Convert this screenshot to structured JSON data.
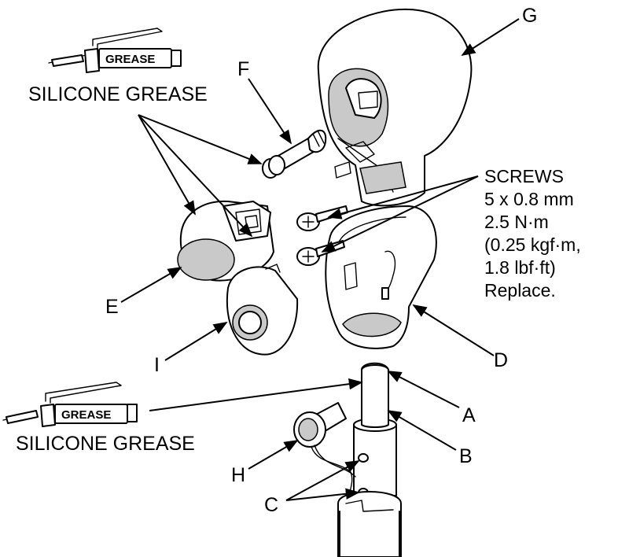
{
  "grease_tube_text": "GREASE",
  "silicone_label_top": "SILICONE GREASE",
  "silicone_label_bottom": "SILICONE GREASE",
  "callouts": {
    "A": "A",
    "B": "B",
    "C": "C",
    "D": "D",
    "E": "E",
    "F": "F",
    "G": "G",
    "H": "H",
    "I": "I"
  },
  "screws_spec": [
    "SCREWS",
    "5 x 0.8 mm",
    "2.5 N·m",
    "(0.25 kgf·m,",
    "1.8 lbf·ft)",
    "Replace."
  ]
}
